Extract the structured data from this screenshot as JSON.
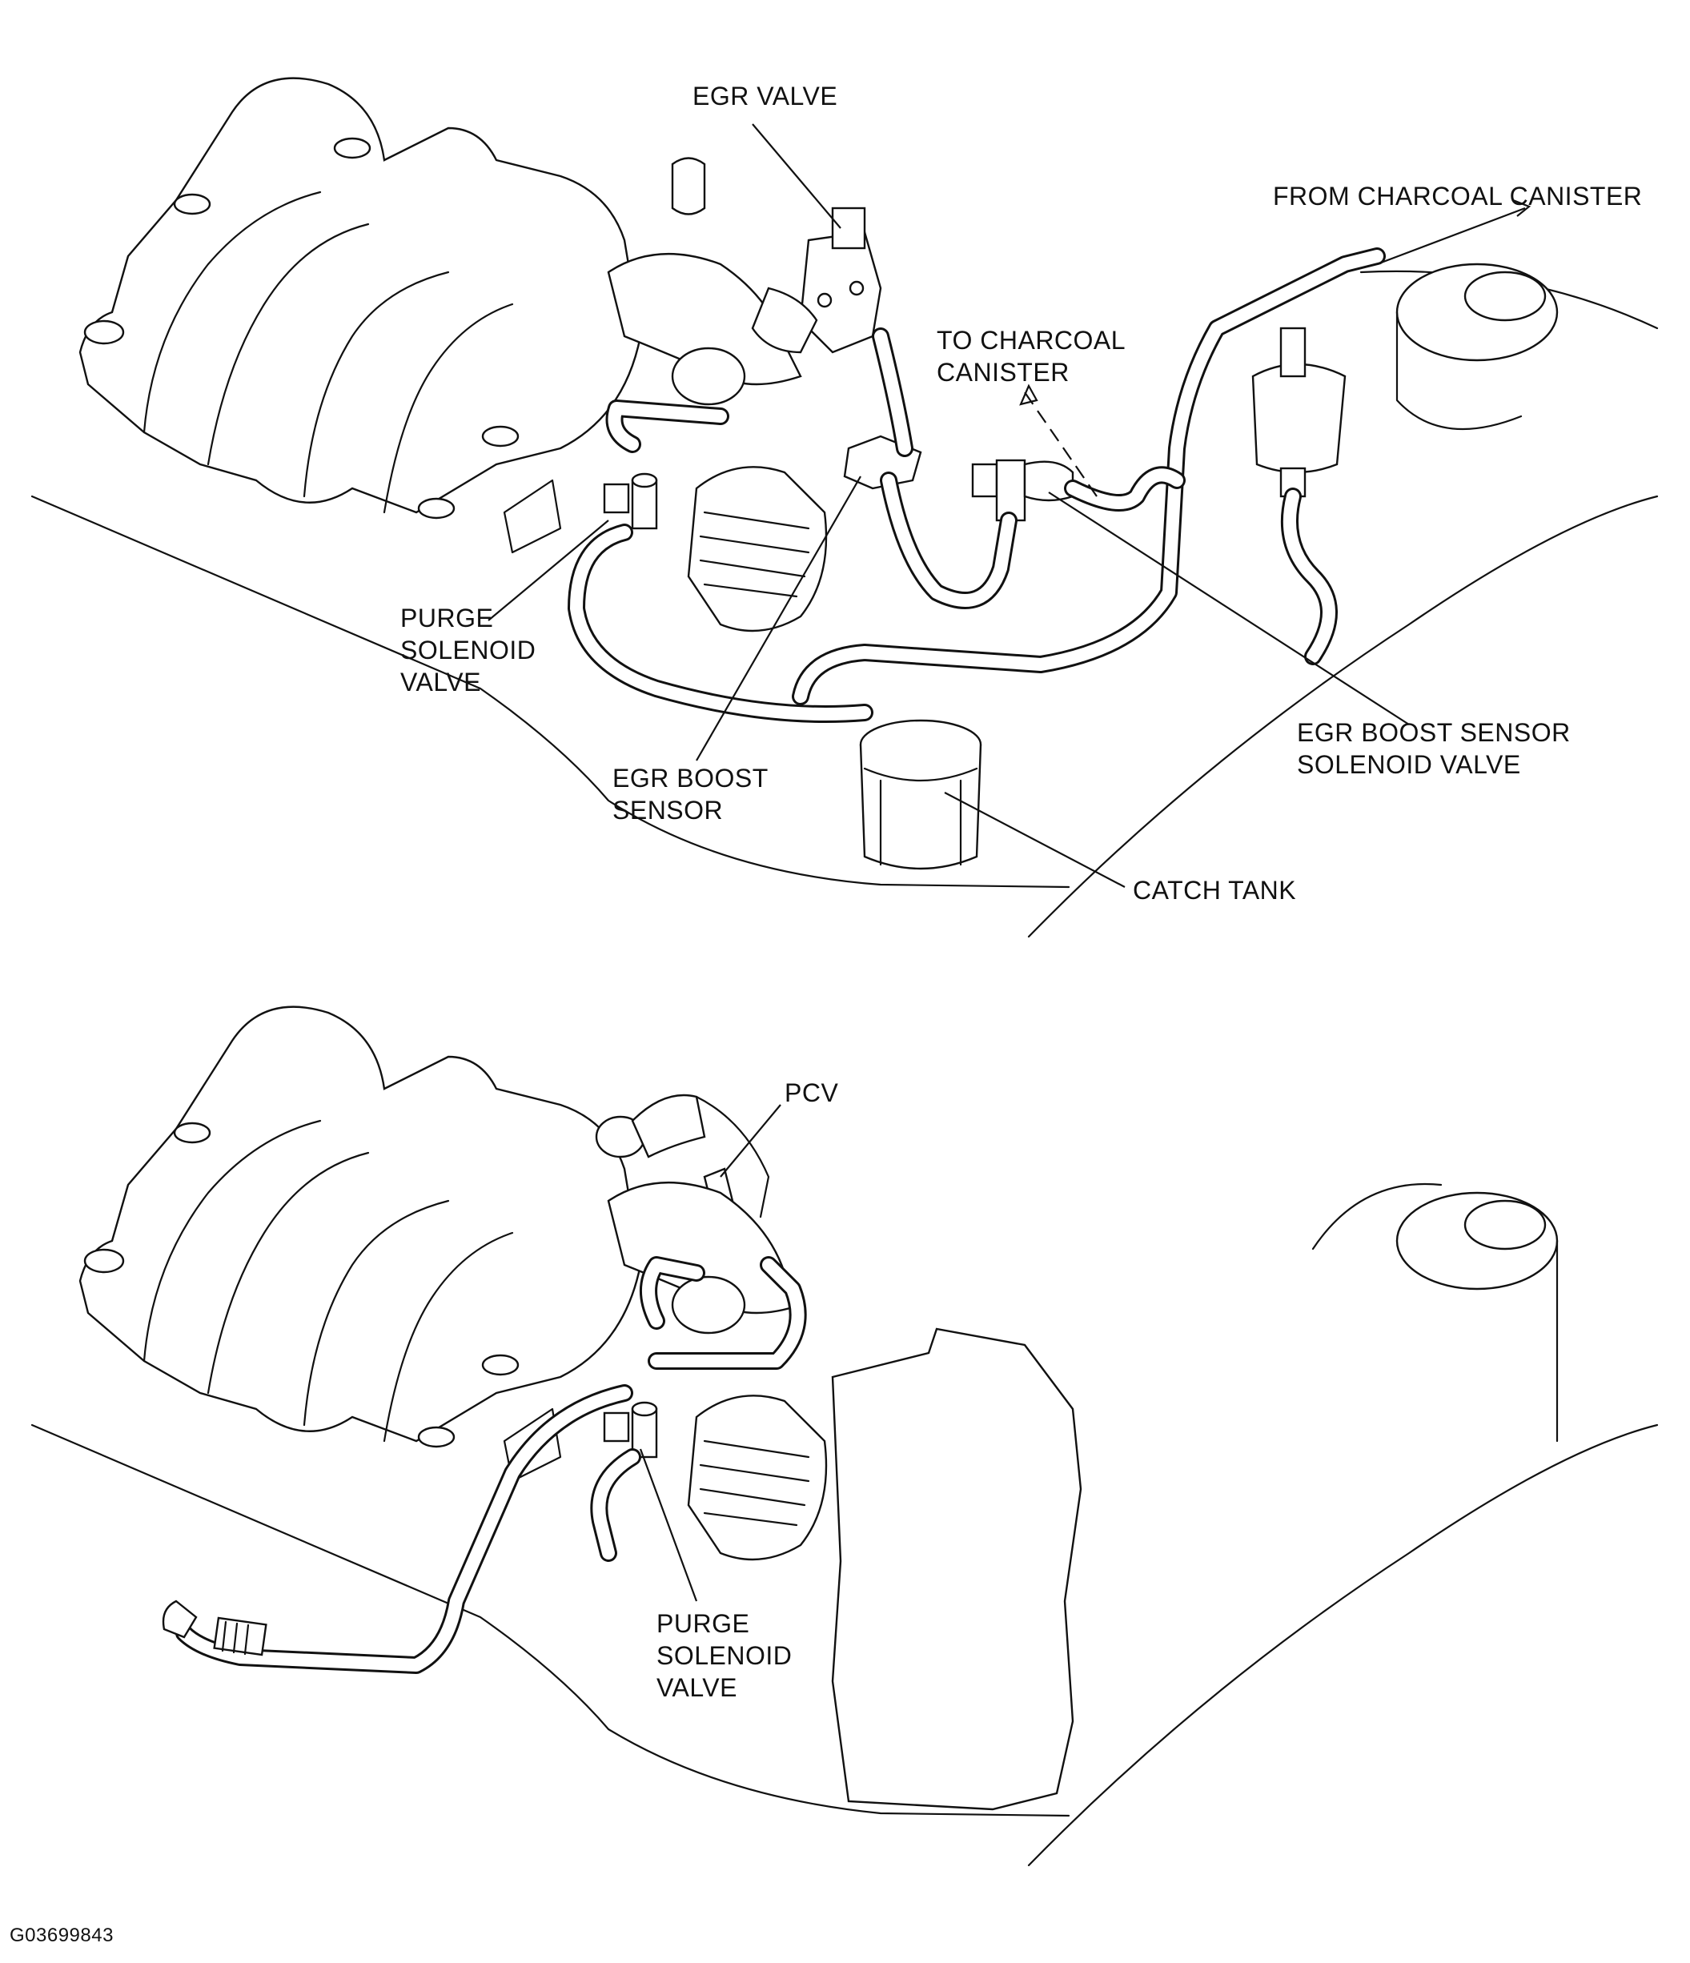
{
  "labels": {
    "top": {
      "egr_valve": "EGR VALVE",
      "from_charcoal_canister": "FROM CHARCOAL CANISTER",
      "to_charcoal_canister": "TO CHARCOAL\nCANISTER",
      "purge_solenoid_valve": "PURGE\nSOLENOID\nVALVE",
      "egr_boost_sensor": "EGR BOOST\nSENSOR",
      "egr_boost_sensor_solenoid_valve": "EGR BOOST SENSOR\nSOLENOID VALVE",
      "catch_tank": "CATCH TANK"
    },
    "bottom": {
      "pcv": "PCV",
      "purge_solenoid_valve": "PURGE\nSOLENOID\nVALVE"
    }
  },
  "figure_id": "G03699843"
}
